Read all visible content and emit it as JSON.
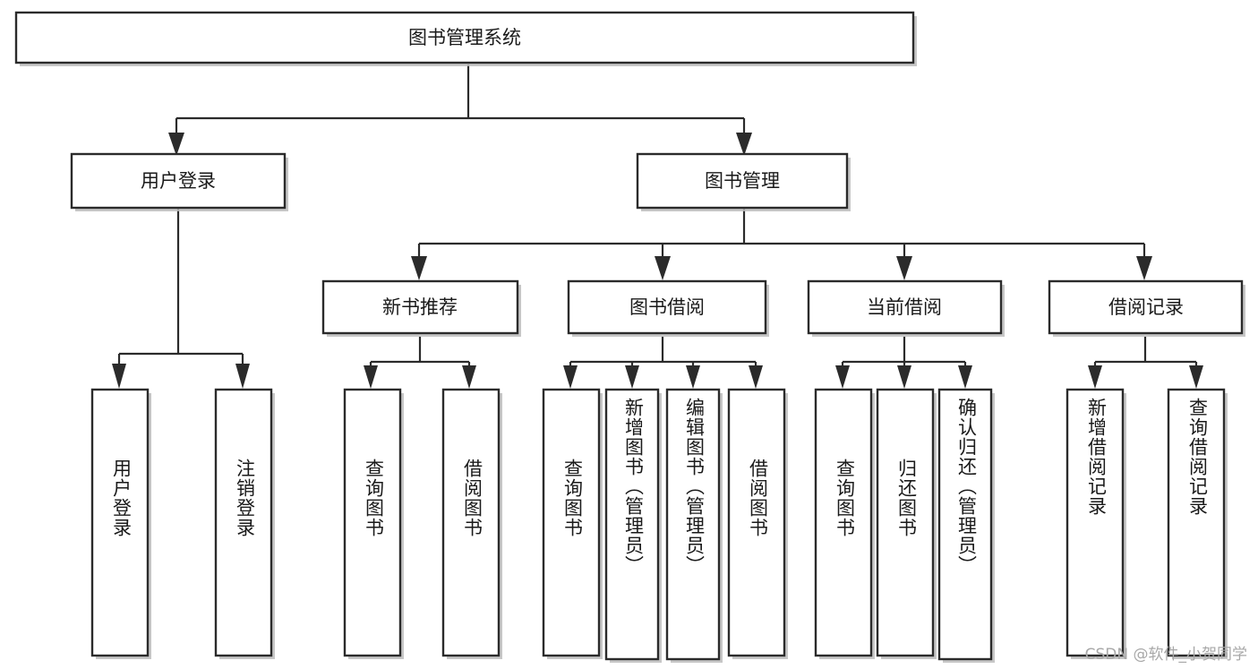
{
  "diagram": {
    "type": "tree",
    "title": "图书管理系统",
    "orientation": "top-down",
    "root": {
      "id": "root",
      "label": "图书管理系统",
      "text_direction": "horizontal"
    },
    "level2": [
      {
        "id": "user-login",
        "label": "用户登录",
        "text_direction": "horizontal"
      },
      {
        "id": "book-manage",
        "label": "图书管理",
        "text_direction": "horizontal"
      }
    ],
    "level3": [
      {
        "id": "new-book-recommend",
        "label": "新书推荐",
        "parent": "book-manage",
        "text_direction": "horizontal"
      },
      {
        "id": "book-borrow",
        "label": "图书借阅",
        "parent": "book-manage",
        "text_direction": "horizontal"
      },
      {
        "id": "current-borrow",
        "label": "当前借阅",
        "parent": "book-manage",
        "text_direction": "horizontal"
      },
      {
        "id": "borrow-record",
        "label": "借阅记录",
        "parent": "book-manage",
        "text_direction": "horizontal"
      }
    ],
    "leaves": [
      {
        "id": "leaf-user-login",
        "label": "用户登录",
        "parent": "user-login",
        "text_direction": "vertical"
      },
      {
        "id": "leaf-logout-login",
        "label": "注销登录",
        "parent": "user-login",
        "text_direction": "vertical"
      },
      {
        "id": "leaf-query-book-1",
        "label": "查询图书",
        "parent": "new-book-recommend",
        "text_direction": "vertical"
      },
      {
        "id": "leaf-borrow-book-1",
        "label": "借阅图书",
        "parent": "new-book-recommend",
        "text_direction": "vertical"
      },
      {
        "id": "leaf-query-book-2",
        "label": "查询图书",
        "parent": "book-borrow",
        "text_direction": "vertical"
      },
      {
        "id": "leaf-add-book",
        "label": "新增图书（管理员）",
        "parent": "book-borrow",
        "text_direction": "vertical"
      },
      {
        "id": "leaf-edit-book",
        "label": "编辑图书（管理员）",
        "parent": "book-borrow",
        "text_direction": "vertical"
      },
      {
        "id": "leaf-borrow-book-2",
        "label": "借阅图书",
        "parent": "book-borrow",
        "text_direction": "vertical"
      },
      {
        "id": "leaf-query-book-3",
        "label": "查询图书",
        "parent": "current-borrow",
        "text_direction": "vertical"
      },
      {
        "id": "leaf-return-book",
        "label": "归还图书",
        "parent": "current-borrow",
        "text_direction": "vertical"
      },
      {
        "id": "leaf-confirm-return",
        "label": "确认归还（管理员）",
        "parent": "current-borrow",
        "text_direction": "vertical"
      },
      {
        "id": "leaf-add-record",
        "label": "新增借阅记录",
        "parent": "borrow-record",
        "text_direction": "vertical"
      },
      {
        "id": "leaf-query-record",
        "label": "查询借阅记录",
        "parent": "borrow-record",
        "text_direction": "vertical"
      }
    ]
  },
  "watermark": {
    "text": "CSDN @软件_小贺同学"
  },
  "colors": {
    "box_stroke": "#2b2b2b",
    "box_fill": "#ffffff",
    "connector": "#2b2b2b",
    "shadow": "#bdbdbd",
    "text": "#1a1a1a",
    "watermark": "#a8a8a8",
    "background": "#ffffff"
  }
}
